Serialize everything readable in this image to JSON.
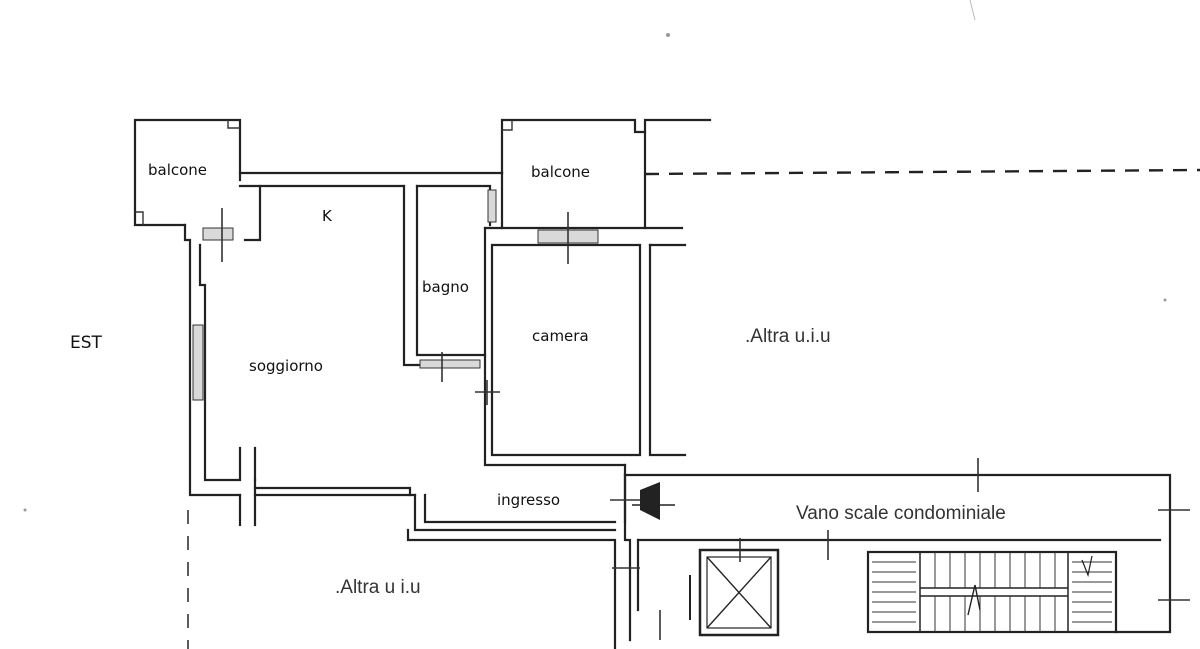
{
  "plan": {
    "orientation": "EST",
    "rooms": {
      "balcone_left": "balcone",
      "balcone_right": "balcone",
      "kitchen": "K",
      "bagno": "bagno",
      "camera": "camera",
      "soggiorno": "soggiorno",
      "ingresso": "ingresso"
    },
    "neighbors": {
      "right": ".Altra u.i.u",
      "bottom": ".Altra u i.u"
    },
    "stairwell": "Vano scale condominiale"
  }
}
